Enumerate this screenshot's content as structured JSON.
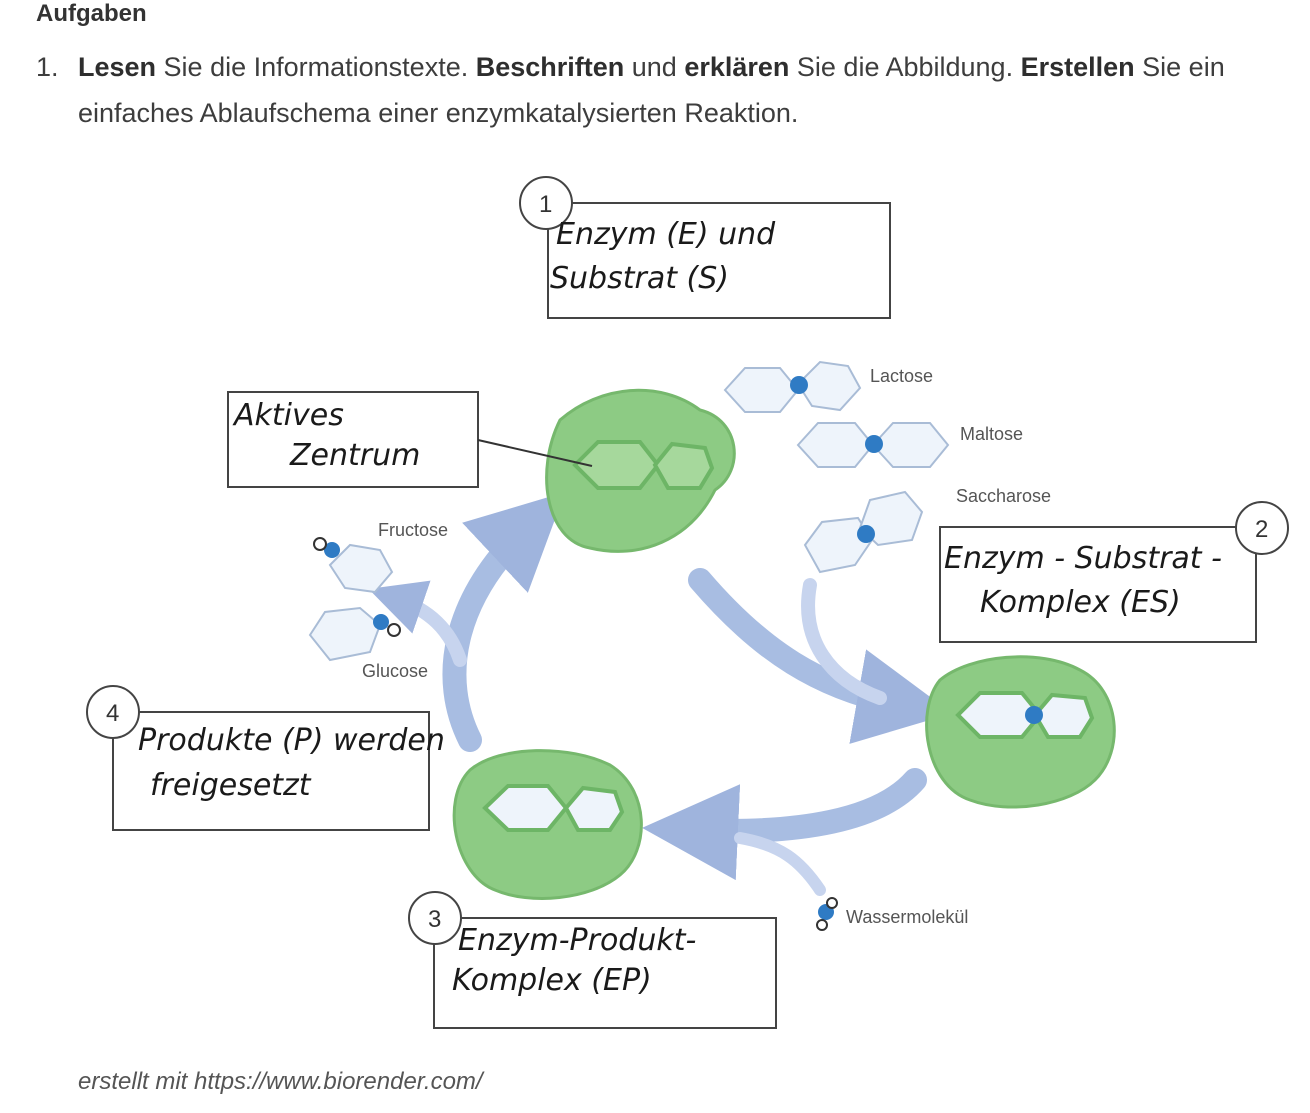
{
  "heading": "Aufgaben",
  "task": {
    "number": "1.",
    "parts": [
      {
        "text": "Lesen",
        "bold": true
      },
      {
        "text": " Sie die Informationstexte. ",
        "bold": false
      },
      {
        "text": "Beschriften",
        "bold": true
      },
      {
        "text": " und ",
        "bold": false
      },
      {
        "text": "erklären",
        "bold": true
      },
      {
        "text": " Sie die Abbildung. ",
        "bold": false
      },
      {
        "text": "Erstellen",
        "bold": true
      },
      {
        "text": " Sie ein einfaches Ablaufschema einer enzymkatalysierten Reaktion.",
        "bold": false
      }
    ]
  },
  "labels": {
    "lactose": "Lactose",
    "maltose": "Maltose",
    "saccharose": "Saccharose",
    "fructose": "Fructose",
    "glucose": "Glucose",
    "wasser": "Wassermolekül"
  },
  "boxes": {
    "step1": {
      "number": "1",
      "line1": "Enzym (E) und",
      "line2": "Substrat (S)"
    },
    "step2": {
      "number": "2",
      "line1": "Enzym - Substrat -",
      "line2": "Komplex (ES)"
    },
    "step3": {
      "number": "3",
      "line1": "Enzym-Produkt-",
      "line2": "Komplex (EP)"
    },
    "step4": {
      "number": "4",
      "line1": "Produkte (P) werden",
      "line2": "freigesetzt"
    },
    "active": {
      "line1": "Aktives",
      "line2": "Zentrum"
    }
  },
  "credit": "erstellt mit https://www.biorender.com/",
  "colors": {
    "enzyme_fill": "#8dcb84",
    "enzyme_dark": "#6db566",
    "sugar_fill": "#eef4fb",
    "sugar_stroke": "#a9bcd6",
    "bond_blue": "#2f7bc4",
    "arrow": "#9fb4dd"
  }
}
